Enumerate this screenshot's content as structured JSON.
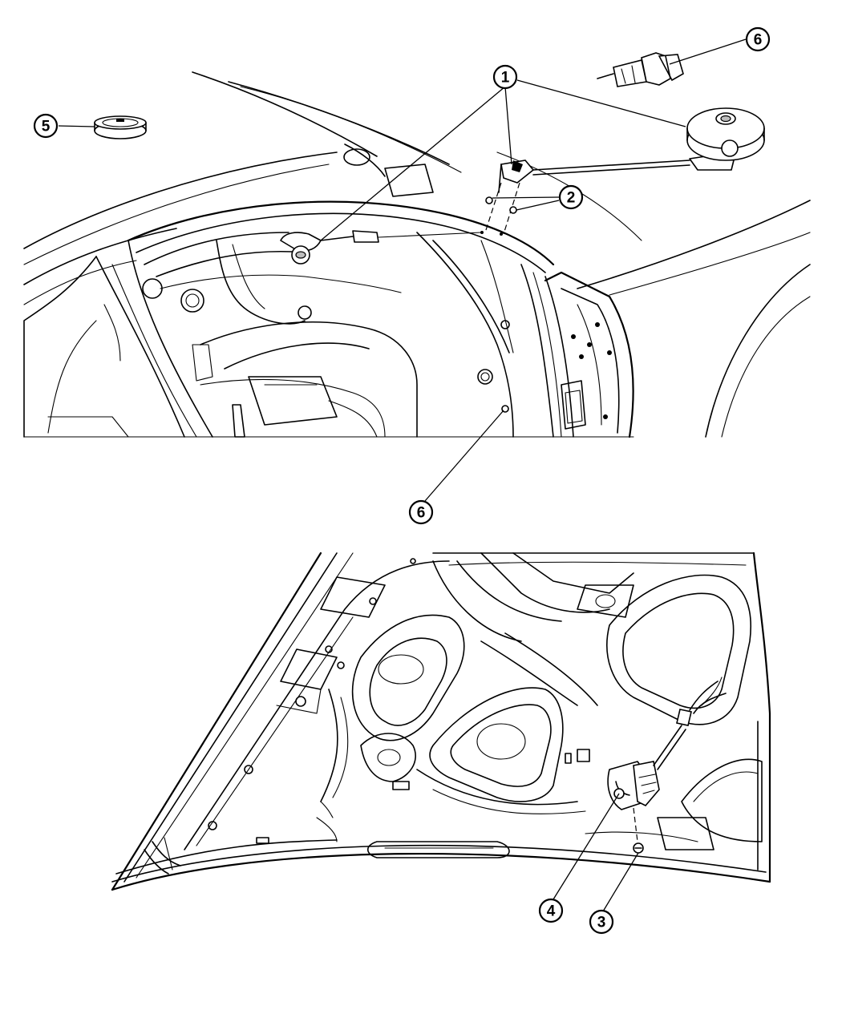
{
  "callouts": [
    {
      "id": "callout-1",
      "label": "1"
    },
    {
      "id": "callout-2",
      "label": "2"
    },
    {
      "id": "callout-3",
      "label": "3"
    },
    {
      "id": "callout-4",
      "label": "4"
    },
    {
      "id": "callout-5",
      "label": "5"
    },
    {
      "id": "callout-6-top",
      "label": "6"
    },
    {
      "id": "callout-6-bottom",
      "label": "6"
    }
  ]
}
